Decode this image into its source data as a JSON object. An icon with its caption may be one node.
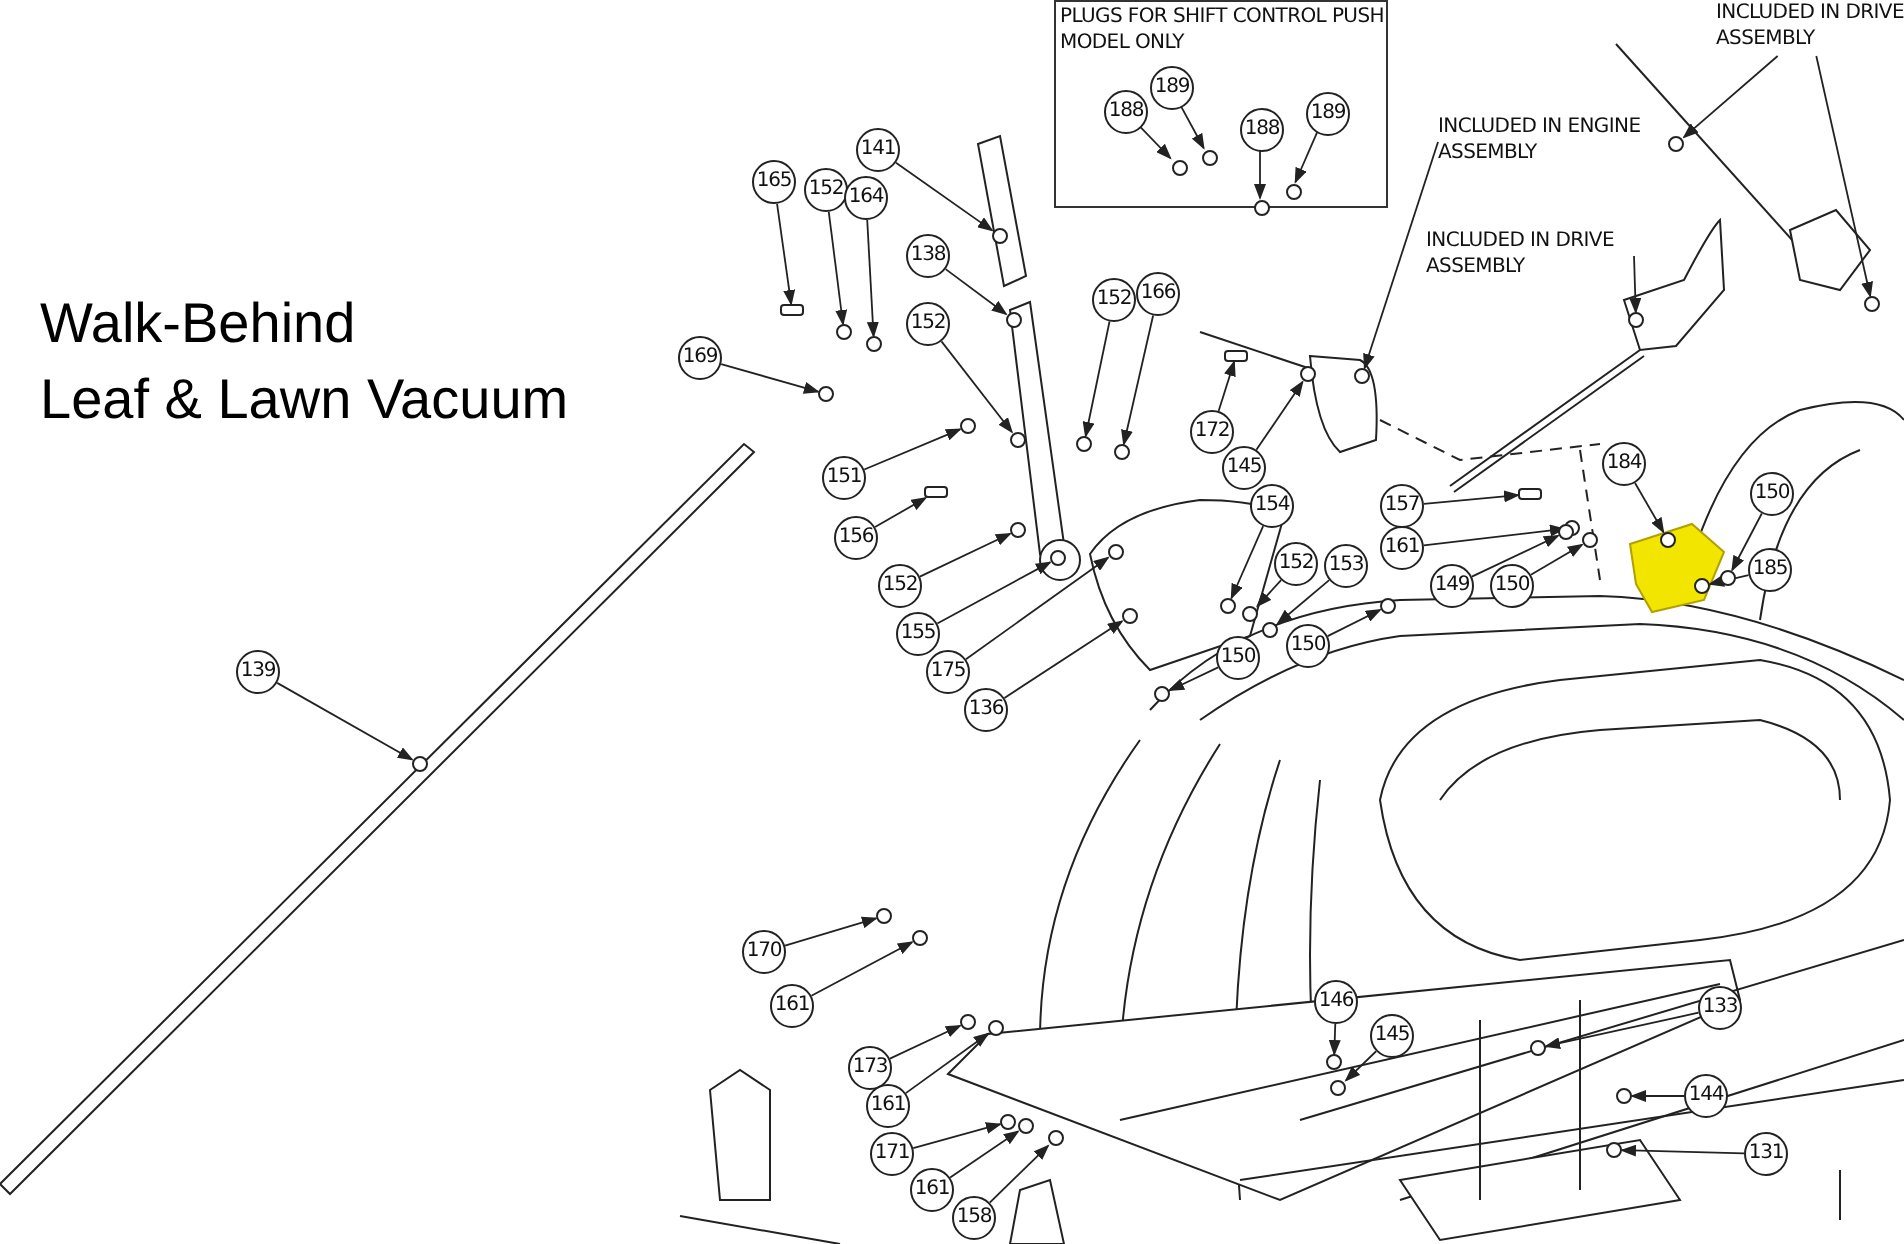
{
  "diagram": {
    "title": "Walk-Behind Leaf & Lawn Vacuum",
    "nodes": [
      {
        "text": [
          "PLUGS FOR SHIFT CONTROL PUSH MODEL ONLY"
        ]
      },
      {
        "text": [
          "188"
        ],
        "in": 0
      },
      {
        "text": [
          "189"
        ],
        "in": 0
      },
      {
        "text": [
          "188"
        ],
        "in": 0
      },
      {
        "text": [
          "189"
        ],
        "in": 0
      },
      {
        "text": [
          "INCLUDED IN ENGINE ASSEMBLY"
        ]
      },
      {
        "text": [
          "INCLUDED IN DRIVE ASSEMBLY"
        ]
      },
      {
        "text": [
          "INCLUDED IN DRIVE ASSEMBLY"
        ]
      },
      {
        "text": [
          "141"
        ]
      },
      {
        "text": [
          "165"
        ]
      },
      {
        "text": [
          "152"
        ]
      },
      {
        "text": [
          "164"
        ]
      },
      {
        "text": [
          "138"
        ]
      },
      {
        "text": [
          "152"
        ]
      },
      {
        "text": [
          "166"
        ]
      },
      {
        "text": [
          "169"
        ]
      },
      {
        "text": [
          "152"
        ]
      },
      {
        "text": [
          "172"
        ]
      },
      {
        "text": [
          "145"
        ]
      },
      {
        "text": [
          "151"
        ]
      },
      {
        "text": [
          "184"
        ]
      },
      {
        "text": [
          "150"
        ]
      },
      {
        "text": [
          "154"
        ]
      },
      {
        "text": [
          "157"
        ]
      },
      {
        "text": [
          "156"
        ]
      },
      {
        "text": [
          "161"
        ]
      },
      {
        "text": [
          "152"
        ]
      },
      {
        "text": [
          "153"
        ]
      },
      {
        "text": [
          "185"
        ]
      },
      {
        "text": [
          "152"
        ]
      },
      {
        "text": [
          "149"
        ]
      },
      {
        "text": [
          "150"
        ]
      },
      {
        "text": [
          "155"
        ]
      },
      {
        "text": [
          "150"
        ]
      },
      {
        "text": [
          "150"
        ]
      },
      {
        "text": [
          "175"
        ]
      },
      {
        "text": [
          "139"
        ]
      },
      {
        "text": [
          "136"
        ]
      },
      {
        "text": [
          "170"
        ]
      },
      {
        "text": [
          "146"
        ]
      },
      {
        "text": [
          "161"
        ]
      },
      {
        "text": [
          "133"
        ]
      },
      {
        "text": [
          "145"
        ]
      },
      {
        "text": [
          "173"
        ]
      },
      {
        "text": [
          "144"
        ]
      },
      {
        "text": [
          "161"
        ]
      },
      {
        "text": [
          "171"
        ]
      },
      {
        "text": [
          "131"
        ]
      },
      {
        "text": [
          "161"
        ]
      },
      {
        "text": [
          "158"
        ]
      },
      {
        "text": [],
        "shape": "circle",
        "in": 0
      },
      {
        "text": [],
        "shape": "circle",
        "in": 0
      },
      {
        "text": [],
        "shape": "circle",
        "in": 0
      },
      {
        "text": [],
        "shape": "circle",
        "in": 0
      },
      {
        "text": [],
        "shape": "circle"
      },
      {
        "text": [],
        "shape": "circle"
      },
      {
        "text": [],
        "shape": "circle"
      },
      {
        "text": [],
        "shape": "circle"
      },
      {
        "text": [],
        "shape": "circle"
      },
      {
        "text": [],
        "shape": "box"
      },
      {
        "text": [],
        "shape": "circle"
      },
      {
        "text": [],
        "shape": "circle"
      },
      {
        "text": [],
        "shape": "circle"
      },
      {
        "text": [],
        "shape": "circle"
      },
      {
        "text": [],
        "shape": "circle"
      },
      {
        "text": [],
        "shape": "circle"
      },
      {
        "text": [],
        "shape": "circle"
      },
      {
        "text": [],
        "shape": "box"
      },
      {
        "text": [],
        "shape": "circle"
      },
      {
        "text": [],
        "shape": "circle"
      },
      {
        "text": [],
        "shape": "circle"
      },
      {
        "text": [],
        "shape": "circle"
      },
      {
        "text": [],
        "shape": "circle"
      },
      {
        "text": [],
        "shape": "box"
      },
      {
        "text": [],
        "shape": "box"
      },
      {
        "text": [],
        "shape": "circle"
      },
      {
        "text": [],
        "shape": "circle"
      },
      {
        "text": [],
        "shape": "circle"
      },
      {
        "text": [],
        "shape": "circle"
      },
      {
        "text": [],
        "shape": "circle"
      },
      {
        "text": [],
        "shape": "circle"
      },
      {
        "text": [],
        "shape": "circle"
      },
      {
        "text": [],
        "shape": "circle"
      },
      {
        "text": [],
        "shape": "circle"
      },
      {
        "text": [],
        "shape": "circle"
      },
      {
        "text": [],
        "shape": "circle"
      },
      {
        "text": [],
        "shape": "circle"
      },
      {
        "text": [],
        "shape": "circle"
      },
      {
        "text": [],
        "shape": "circle"
      },
      {
        "text": [],
        "shape": "circle"
      },
      {
        "text": [],
        "shape": "circle"
      },
      {
        "text": [],
        "shape": "circle"
      },
      {
        "text": [],
        "shape": "circle"
      },
      {
        "text": [],
        "shape": "circle"
      },
      {
        "text": [],
        "shape": "circle"
      },
      {
        "text": [],
        "shape": "circle"
      },
      {
        "text": [],
        "shape": "circle"
      },
      {
        "text": [],
        "shape": "circle"
      },
      {
        "text": [],
        "shape": "circle"
      },
      {
        "text": [],
        "shape": "circle"
      }
    ],
    "edges": [
      {
        "from": 1,
        "to": 50,
        "arrow": "to"
      },
      {
        "from": 2,
        "to": 51,
        "arrow": "to"
      },
      {
        "from": 3,
        "to": 52,
        "arrow": "to"
      },
      {
        "from": 4,
        "to": 53,
        "arrow": "to"
      },
      {
        "from": 5,
        "to": 54,
        "arrow": "to"
      },
      {
        "from": 6,
        "to": 55,
        "arrow": "to"
      },
      {
        "from": 6,
        "to": 56,
        "arrow": "to"
      },
      {
        "from": 7,
        "to": 57,
        "arrow": "to"
      },
      {
        "from": 8,
        "to": 58,
        "arrow": "to"
      },
      {
        "from": 9,
        "to": 59,
        "arrow": "to"
      },
      {
        "from": 10,
        "to": 60,
        "arrow": "to"
      },
      {
        "from": 11,
        "to": 61,
        "arrow": "to"
      },
      {
        "from": 12,
        "to": 62,
        "arrow": "to"
      },
      {
        "from": 13,
        "to": 63,
        "arrow": "to"
      },
      {
        "from": 14,
        "to": 64,
        "arrow": "to"
      },
      {
        "from": 15,
        "to": 65,
        "arrow": "to"
      },
      {
        "from": 16,
        "to": 66,
        "arrow": "to"
      },
      {
        "from": 17,
        "to": 67,
        "arrow": "to"
      },
      {
        "from": 18,
        "to": 68,
        "arrow": "to"
      },
      {
        "from": 19,
        "to": 69,
        "arrow": "to"
      },
      {
        "from": 20,
        "to": 70,
        "arrow": "to"
      },
      {
        "from": 21,
        "to": 71,
        "arrow": "to"
      },
      {
        "from": 22,
        "to": 72,
        "arrow": "to"
      },
      {
        "from": 23,
        "to": 73,
        "arrow": "to"
      },
      {
        "from": 24,
        "to": 74,
        "arrow": "to"
      },
      {
        "from": 25,
        "to": 75,
        "arrow": "to"
      },
      {
        "from": 26,
        "to": 76,
        "arrow": "to"
      },
      {
        "from": 27,
        "to": 77,
        "arrow": "to"
      },
      {
        "from": 28,
        "to": 78,
        "arrow": "to"
      },
      {
        "from": 29,
        "to": 79,
        "arrow": "to"
      },
      {
        "from": 30,
        "to": 80,
        "arrow": "to"
      },
      {
        "from": 31,
        "to": 81,
        "arrow": "to"
      },
      {
        "from": 32,
        "to": 82,
        "arrow": "to"
      },
      {
        "from": 33,
        "to": 83,
        "arrow": "to"
      },
      {
        "from": 34,
        "to": 84,
        "arrow": "to"
      },
      {
        "from": 35,
        "to": 85,
        "arrow": "to"
      },
      {
        "from": 36,
        "to": 86,
        "arrow": "to"
      },
      {
        "from": 37,
        "to": 87,
        "arrow": "to"
      },
      {
        "from": 38,
        "to": 88,
        "arrow": "to"
      },
      {
        "from": 39,
        "to": 89,
        "arrow": "to"
      },
      {
        "from": 40,
        "to": 90,
        "arrow": "to"
      },
      {
        "from": 41,
        "to": 91,
        "arrow": "to"
      },
      {
        "from": 42,
        "to": 92,
        "arrow": "to"
      },
      {
        "from": 43,
        "to": 93,
        "arrow": "to"
      },
      {
        "from": 44,
        "to": 94,
        "arrow": "to"
      },
      {
        "from": 45,
        "to": 95,
        "arrow": "to"
      },
      {
        "from": 46,
        "to": 96,
        "arrow": "to"
      },
      {
        "from": 47,
        "to": 97,
        "arrow": "to"
      },
      {
        "from": 48,
        "to": 98,
        "arrow": "to"
      },
      {
        "from": 49,
        "to": 99,
        "arrow": "to"
      }
    ]
  }
}
